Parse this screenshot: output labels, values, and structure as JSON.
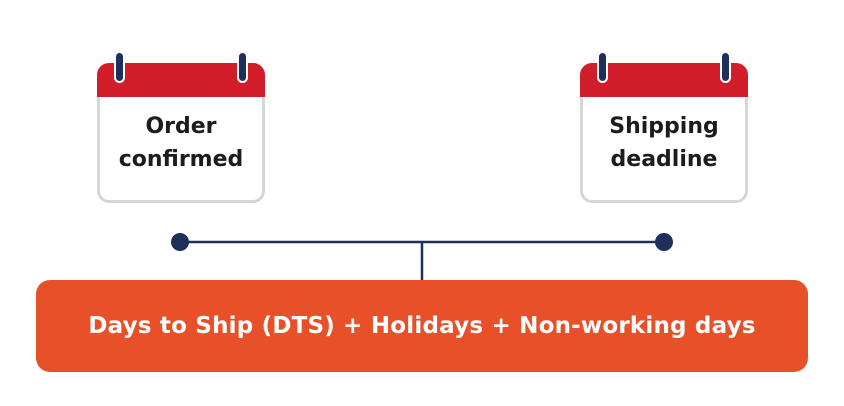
{
  "colors": {
    "calendar_header": "#d21d2a",
    "calendar_ring": "#1e2f5a",
    "calendar_border": "#d6d6d6",
    "timeline": "#1e2f5a",
    "formula_bar": "#e8502a",
    "formula_text": "#ffffff"
  },
  "calendars": {
    "start": {
      "label": "Order\nconfirmed"
    },
    "end": {
      "label": "Shipping\ndeadline"
    }
  },
  "formula": {
    "text": "Days to Ship (DTS) + Holidays + Non-working days"
  }
}
